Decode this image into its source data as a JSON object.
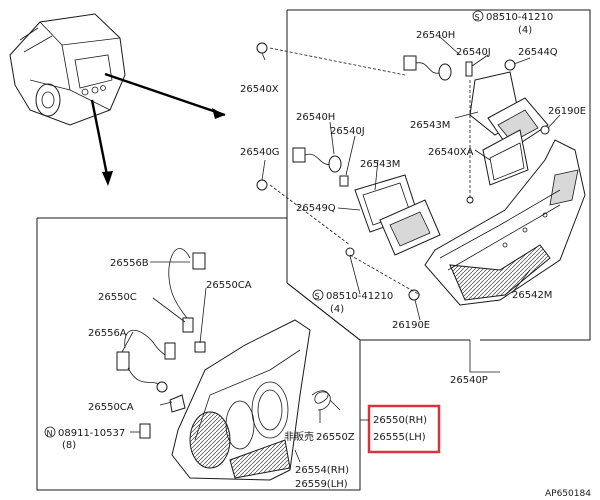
{
  "diagram": {
    "labels": {
      "p26540H_a": "26540H",
      "p26540J_a": "26540J",
      "p08510_a": "08510-41210",
      "p08510_a_qty": "(4)",
      "p26544Q": "26544Q",
      "p26540X": "26540X",
      "p26190E_a": "26190E",
      "p26543M_a": "26543M",
      "p26540XA": "26540XA",
      "p26540H_b": "26540H",
      "p26540J_b": "26540J",
      "p26540G": "26540G",
      "p26543M_b": "26543M",
      "p26549Q": "26549Q",
      "p08510_b": "08510-41210",
      "p08510_b_qty": "(4)",
      "p26542M": "26542M",
      "p26190E_b": "26190E",
      "p26540P": "26540P",
      "p26556B": "26556B",
      "p26550CA_a": "26550CA",
      "p26550C": "26550C",
      "p26556A": "26556A",
      "p26550CA_b": "26550CA",
      "p08911": "08911-10537",
      "p08911_qty": "(8)",
      "p_notsold": "非販売",
      "p26550Z": "26550Z",
      "p26554": "26554(RH)",
      "p26559": "26559(LH)",
      "p26550": "26550(RH)",
      "p26555": "26555(LH)",
      "s_mark": "S",
      "n_mark": "N",
      "ref_code": "AP650184"
    },
    "highlight_color": "#d9333f"
  }
}
